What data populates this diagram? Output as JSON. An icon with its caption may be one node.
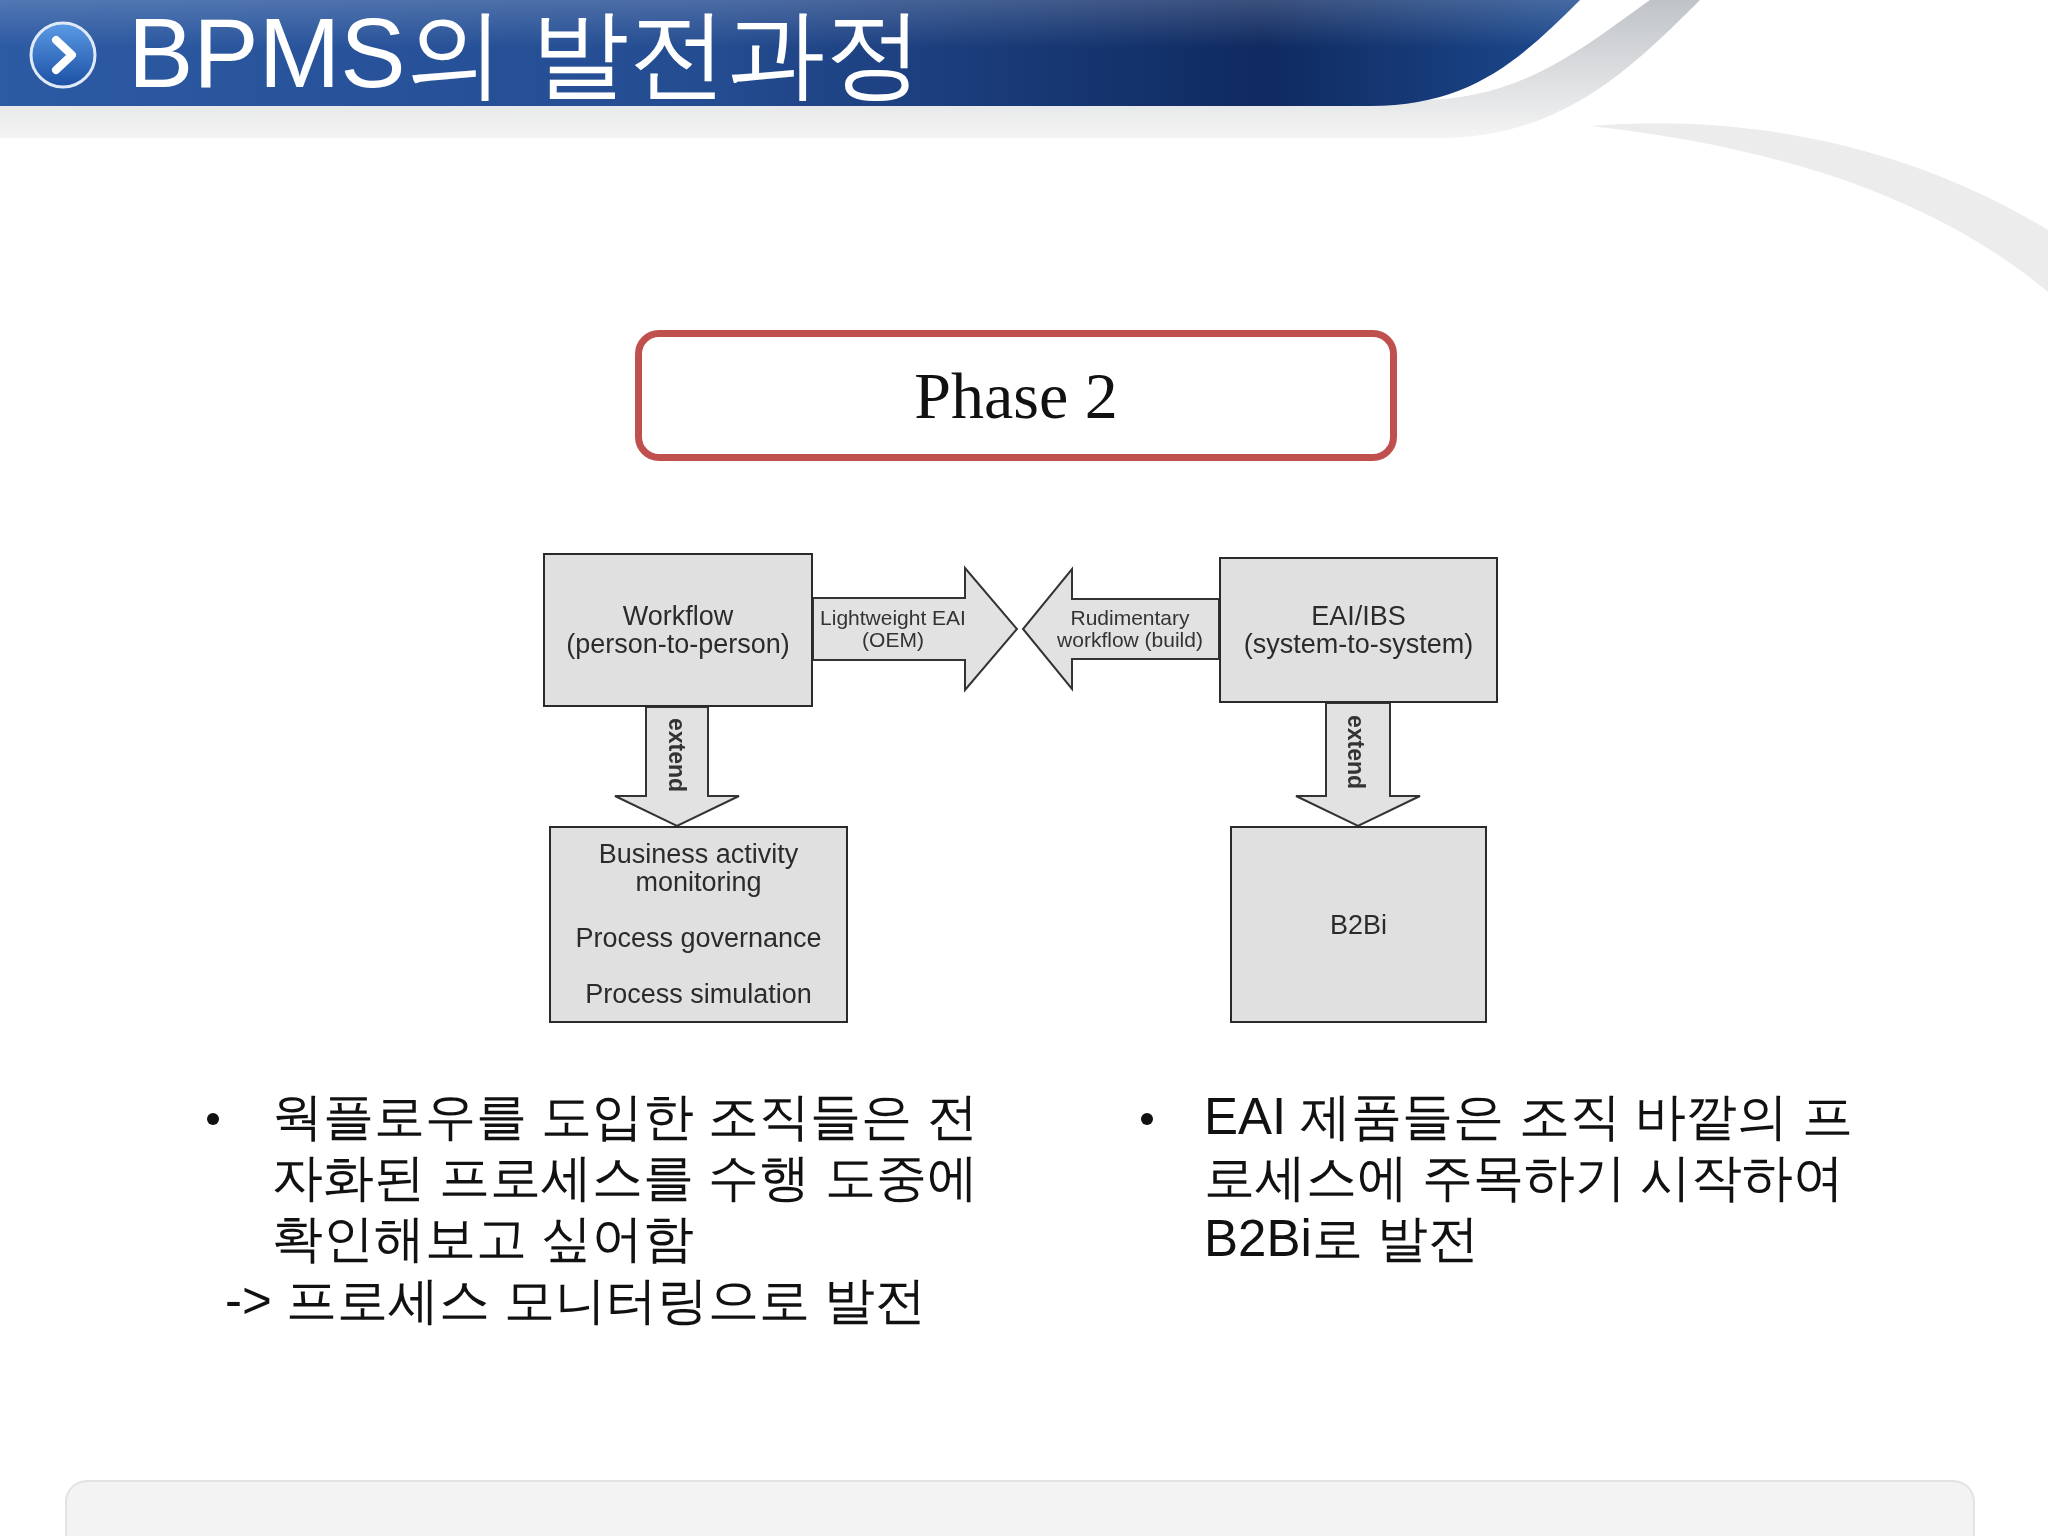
{
  "diagram": {
    "title": "BPMS의 발전과정",
    "nodes": [
      {
        "text": [
          "Phase 2"
        ]
      },
      {
        "text": [
          "Workflow (person-to-person)"
        ]
      },
      {
        "text": [
          "EAI/IBS (system-to-system)"
        ]
      },
      {
        "text": [
          "Business activity monitoring",
          "Process governance",
          "Process simulation"
        ]
      },
      {
        "text": [
          "B2Bi"
        ]
      }
    ],
    "edges": [
      {
        "from": 1,
        "to": null,
        "arrow": "to",
        "label": "Lightweight EAI (OEM)"
      },
      {
        "from": 2,
        "to": null,
        "arrow": "to",
        "label": "Rudimentary workflow (build)"
      },
      {
        "from": 1,
        "to": 3,
        "arrow": "to",
        "label": "extend"
      },
      {
        "from": 2,
        "to": 4,
        "arrow": "to",
        "label": "extend"
      }
    ],
    "labels": [
      "웍플로우를 도입한 조직들은 전자화된 프로세스를 수행 도중에 확인해보고 싶어함",
      "-> 프로세스 모니터링으로 발전",
      "EAI 제품들은 조직 바깥의 프로세스에 주목하기 시작하여 B2Bi로 발전"
    ]
  }
}
